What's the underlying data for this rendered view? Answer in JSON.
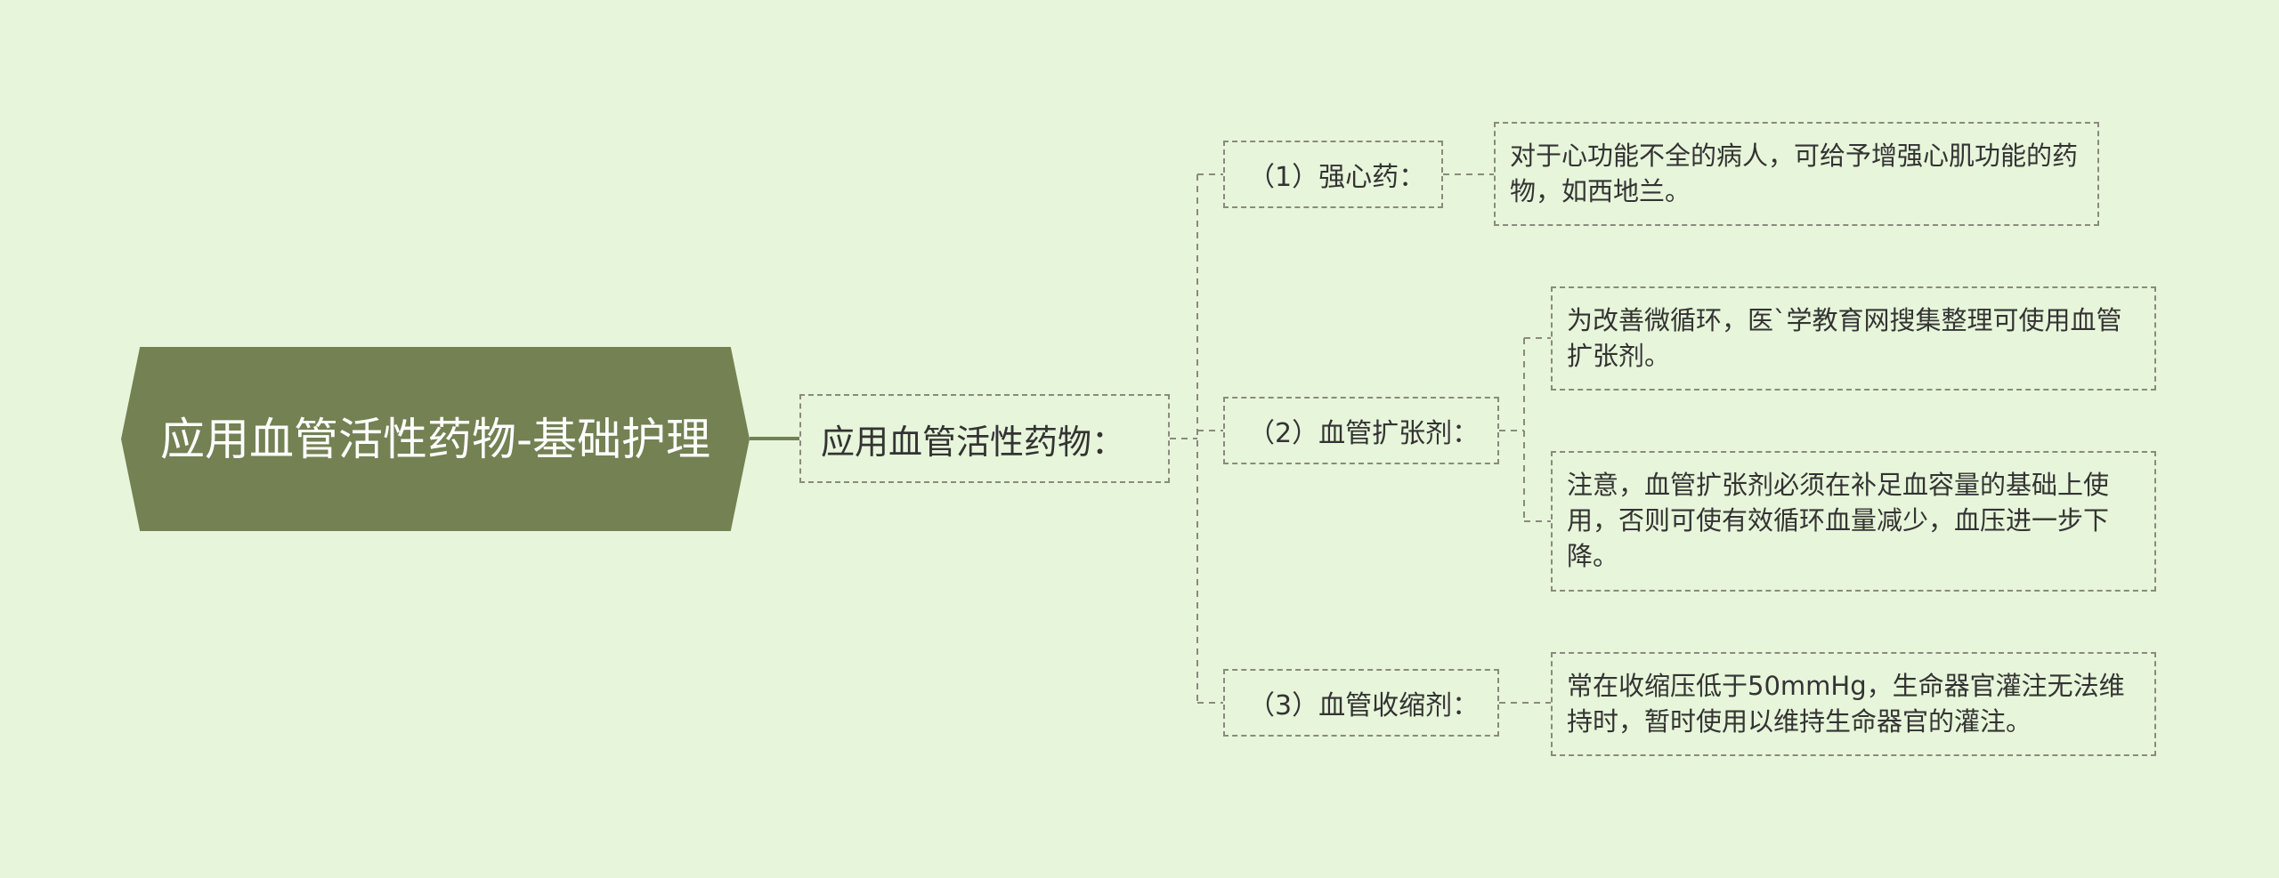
{
  "root": {
    "title": "应用血管活性药物-基础护理"
  },
  "level1": {
    "label": "应用血管活性药物："
  },
  "branches": [
    {
      "label": "（1）强心药：",
      "leaves": [
        "对于心功能不全的病人，可给予增强心肌功能的药物，如西地兰。"
      ]
    },
    {
      "label": "（2）血管扩张剂：",
      "leaves": [
        "为改善微循环，医`学教育网搜集整理可使用血管扩张剂。",
        "注意，血管扩张剂必须在补足血容量的基础上使用，否则可使有效循环血量减少，血压进一步下降。"
      ]
    },
    {
      "label": "（3）血管收缩剂：",
      "leaves": [
        "常在收缩压低于50mmHg，生命器官灌注无法维持时，暂时使用以维持生命器官的灌注。"
      ]
    }
  ],
  "colors": {
    "background": "#e7f5da",
    "root_fill": "#738153",
    "root_text": "#ffffff",
    "connector_solid": "#738153",
    "connector_dashed": "#8a8a7e"
  }
}
